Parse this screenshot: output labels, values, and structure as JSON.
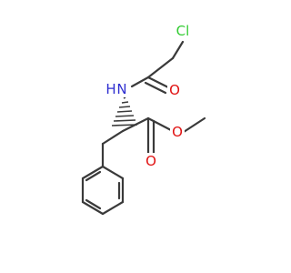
{
  "molecule": {
    "atoms": {
      "chlorine": {
        "symbol": "Cl",
        "color": "#33cc33"
      },
      "nitrogen_h": {
        "symbol": "H",
        "color": "#2f2fd0"
      },
      "nitrogen": {
        "symbol": "N",
        "color": "#2f2fd0"
      },
      "amide_oxygen": {
        "symbol": "O",
        "color": "#e01010"
      },
      "ester_carbonyl_oxygen": {
        "symbol": "O",
        "color": "#e01010"
      },
      "ester_oxygen": {
        "symbol": "O",
        "color": "#e01010"
      }
    },
    "bond_color": "#3a3a3a"
  }
}
